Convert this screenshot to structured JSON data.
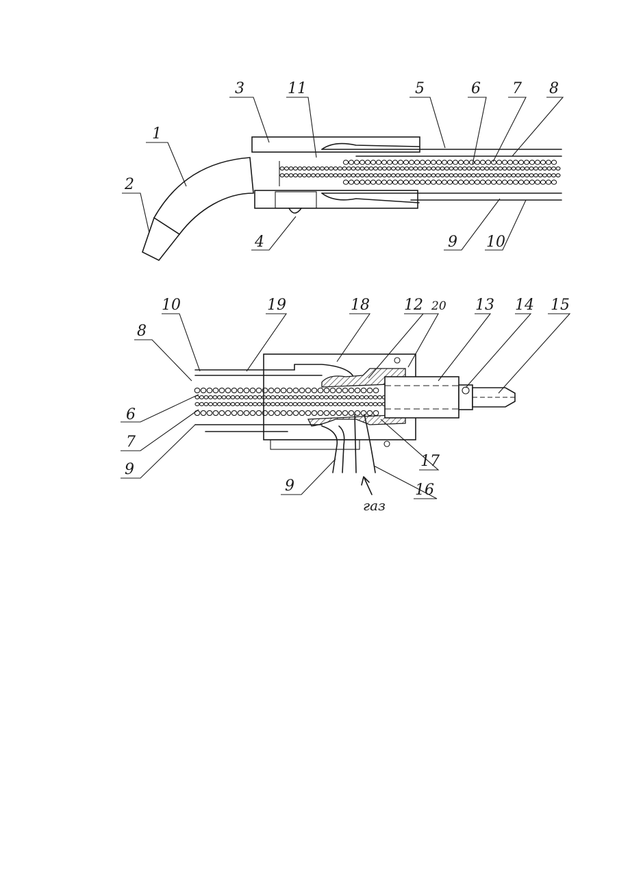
{
  "figure_top": {
    "labels": [
      "1",
      "2",
      "3",
      "4",
      "5",
      "6",
      "7",
      "8",
      "9",
      "10",
      "11"
    ]
  },
  "figure_bottom": {
    "labels": [
      "6",
      "7",
      "8",
      "9",
      "9",
      "10",
      "12",
      "13",
      "14",
      "15",
      "16",
      "17",
      "18",
      "19",
      "20"
    ],
    "gas_label": "газ"
  },
  "colors": {
    "ink": "#1a1a1a",
    "paper": "#ffffff"
  }
}
